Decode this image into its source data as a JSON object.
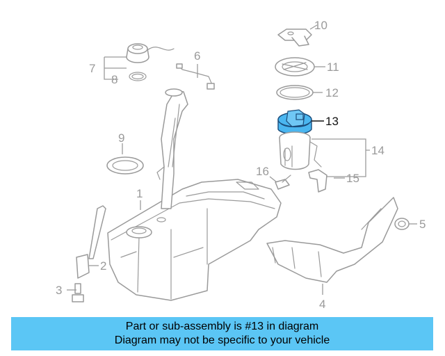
{
  "callouts": {
    "c1": "1",
    "c2": "2",
    "c3": "3",
    "c4": "4",
    "c5": "5",
    "c6": "6",
    "c7": "7",
    "c8": "8",
    "c9": "9",
    "c10": "10",
    "c11": "11",
    "c12": "12",
    "c13": "13",
    "c14": "14",
    "c15": "15",
    "c16": "16"
  },
  "highlighted_part": "13",
  "colors": {
    "highlight_fill": "#4ab6f0",
    "banner_bg": "#5bc6f5",
    "line_gray": "#9a9a9a"
  },
  "banner": {
    "line1": "Part or sub-assembly is #13 in diagram",
    "line2": "Diagram may not be specific to your vehicle"
  }
}
